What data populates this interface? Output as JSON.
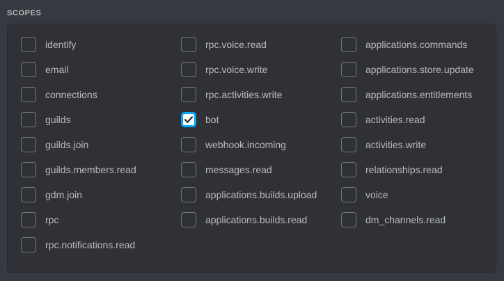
{
  "section": {
    "title": "SCOPES"
  },
  "colors": {
    "page_background": "#36393f",
    "panel_background": "#2f3136",
    "panel_border": "#26282c",
    "label_text": "#b9bbbe",
    "checkbox_border": "#72767d",
    "checked_accent": "#00a8fc",
    "checked_fill": "#ffffff",
    "check_glyph": "#23272a"
  },
  "columns": [
    {
      "name": "column-1",
      "items": [
        {
          "label": "identify",
          "checked": false
        },
        {
          "label": "email",
          "checked": false
        },
        {
          "label": "connections",
          "checked": false
        },
        {
          "label": "guilds",
          "checked": false
        },
        {
          "label": "guilds.join",
          "checked": false
        },
        {
          "label": "guilds.members.read",
          "checked": false
        },
        {
          "label": "gdm.join",
          "checked": false
        },
        {
          "label": "rpc",
          "checked": false
        },
        {
          "label": "rpc.notifications.read",
          "checked": false
        }
      ]
    },
    {
      "name": "column-2",
      "items": [
        {
          "label": "rpc.voice.read",
          "checked": false
        },
        {
          "label": "rpc.voice.write",
          "checked": false
        },
        {
          "label": "rpc.activities.write",
          "checked": false
        },
        {
          "label": "bot",
          "checked": true
        },
        {
          "label": "webhook.incoming",
          "checked": false
        },
        {
          "label": "messages.read",
          "checked": false
        },
        {
          "label": "applications.builds.upload",
          "checked": false
        },
        {
          "label": "applications.builds.read",
          "checked": false
        }
      ]
    },
    {
      "name": "column-3",
      "items": [
        {
          "label": "applications.commands",
          "checked": false
        },
        {
          "label": "applications.store.update",
          "checked": false
        },
        {
          "label": "applications.entitlements",
          "checked": false
        },
        {
          "label": "activities.read",
          "checked": false
        },
        {
          "label": "activities.write",
          "checked": false
        },
        {
          "label": "relationships.read",
          "checked": false
        },
        {
          "label": "voice",
          "checked": false
        },
        {
          "label": "dm_channels.read",
          "checked": false
        }
      ]
    }
  ]
}
